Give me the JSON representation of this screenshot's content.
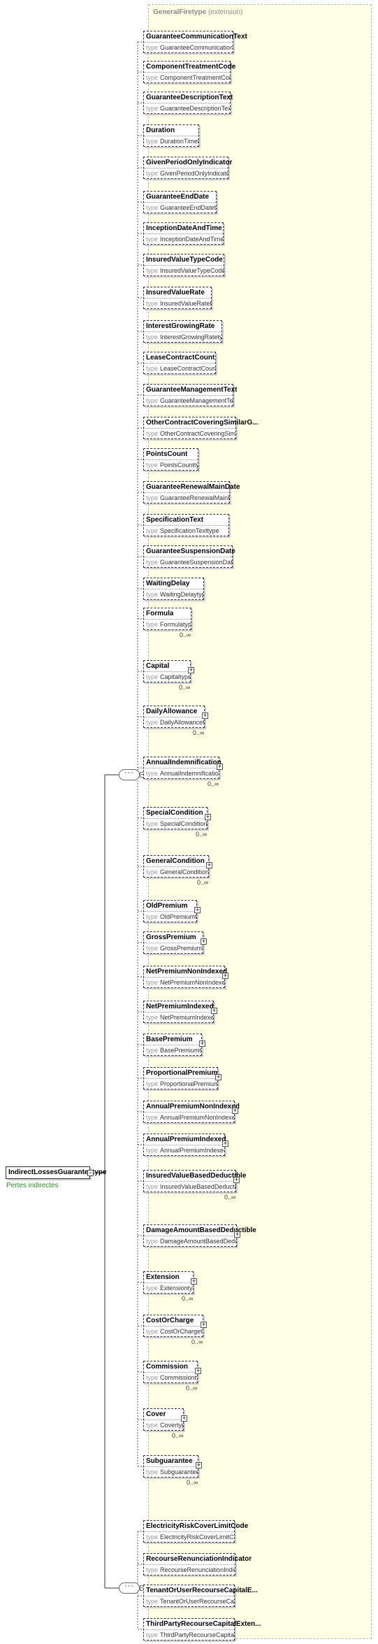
{
  "root": {
    "name": "IndirectLossesGuaranteetype",
    "doc": "Pertes indirectes"
  },
  "extension": {
    "name": "GeneralFiretype",
    "suffix": "(extension)"
  },
  "type_keyword": "type",
  "elements": [
    {
      "name": "GuaranteeCommunicationText",
      "type": "GuaranteeCommunicationTexttype"
    },
    {
      "name": "ComponentTreatmentCode",
      "type": "ComponentTreatmentCodetype"
    },
    {
      "name": "GuaranteeDescriptionText",
      "type": "GuaranteeDescriptionTexttype"
    },
    {
      "name": "Duration",
      "type": "DurationTimetype"
    },
    {
      "name": "GivenPeriodOnlyIndicator",
      "type": "GivenPeriodOnlyIndicatortype"
    },
    {
      "name": "GuaranteeEndDate",
      "type": "GuaranteeEndDatetype"
    },
    {
      "name": "InceptionDateAndTime",
      "type": "InceptionDateAndTimetype"
    },
    {
      "name": "InsuredValueTypeCode",
      "type": "InsuredValueTypeCodetype"
    },
    {
      "name": "InsuredValueRate",
      "type": "InsuredValueRatetype"
    },
    {
      "name": "InterestGrowingRate",
      "type": "InterestGrowingRatetype"
    },
    {
      "name": "LeaseContractCount",
      "type": "LeaseContractCounttype"
    },
    {
      "name": "GuaranteeManagementText",
      "type": "GuaranteeManagementTexttype"
    },
    {
      "name": "OtherContractCoveringSimilarG...",
      "type": "OtherContractCoveringSimilarGu..."
    },
    {
      "name": "PointsCount",
      "type": "PointsCounttype"
    },
    {
      "name": "GuaranteeRenewalMainDate",
      "type": "GuaranteeRenewalMainDatetype"
    },
    {
      "name": "SpecificationText",
      "type": "SpecificationTexttype"
    },
    {
      "name": "GuaranteeSuspensionDate",
      "type": "GuaranteeSuspensionDatetype"
    },
    {
      "name": "WaitingDelay",
      "type": "WaitingDelaytype"
    },
    {
      "name": "Formula",
      "type": "Formulatype",
      "card": "0..∞"
    },
    {
      "name": "Capital",
      "type": "Capitaltype",
      "card": "0..∞"
    },
    {
      "name": "DailyAllowance",
      "type": "DailyAllowancetype",
      "card": "0..∞"
    },
    {
      "name": "AnnualIndemnification",
      "type": "AnnualIndemnificationtype",
      "card": "0..∞"
    },
    {
      "name": "SpecialCondition",
      "type": "SpecialConditiontype",
      "card": "0..∞"
    },
    {
      "name": "GeneralCondition",
      "type": "GeneralConditiontype",
      "card": "0..∞"
    },
    {
      "name": "OldPremium",
      "type": "OldPremiumtype"
    },
    {
      "name": "GrossPremium",
      "type": "GrossPremiumtype"
    },
    {
      "name": "NetPremiumNonIndexed",
      "type": "NetPremiumNonIndexedtype"
    },
    {
      "name": "NetPremiumIndexed",
      "type": "NetPremiumIndexedtype"
    },
    {
      "name": "BasePremium",
      "type": "BasePremiumtype"
    },
    {
      "name": "ProportionalPremium",
      "type": "ProportionalPremiumtype"
    },
    {
      "name": "AnnualPremiumNonIndexed",
      "type": "AnnualPremiumNonIndexedtype"
    },
    {
      "name": "AnnualPremiumIndexed",
      "type": "AnnualPremiumIndexedtype"
    },
    {
      "name": "InsuredValueBasedDeductible",
      "type": "InsuredValueBasedDeductiblet...",
      "card": "0..∞"
    },
    {
      "name": "DamageAmountBasedDeductible",
      "type": "DamageAmountBasedDeductibl..."
    },
    {
      "name": "Extension",
      "type": "Extensiontype",
      "card": "0..∞"
    },
    {
      "name": "CostOrCharge",
      "type": "CostOrChargetype",
      "card": "0..∞"
    },
    {
      "name": "Commission",
      "type": "Commissiontype",
      "card": "0..∞"
    },
    {
      "name": "Cover",
      "type": "Covertype",
      "card": "0..∞"
    },
    {
      "name": "Subguarantee",
      "type": "Subguaranteetype",
      "card": "0..∞"
    },
    {
      "name": "ElectricityRiskCoverLimitCode",
      "type": "ElectricityRiskCoverLimitCodetype"
    },
    {
      "name": "RecourseRenunciationIndicator",
      "type": "RecourseRenunciationIndicatort..."
    },
    {
      "name": "TenantOrUserRecourseCapitalE...",
      "type": "TenantOrUserRecourseCapitalE..."
    },
    {
      "name": "ThirdPartyRecourseCapitalExten...",
      "type": "ThirdPartyRecourseCapitalExten..."
    }
  ]
}
